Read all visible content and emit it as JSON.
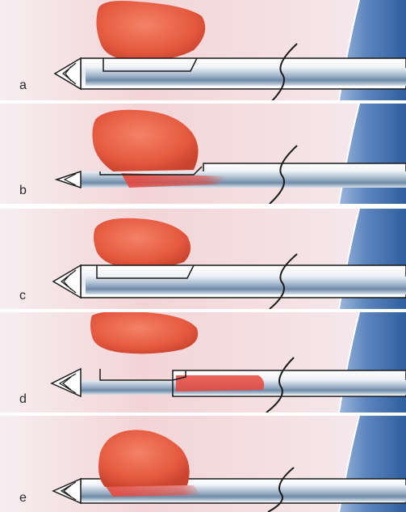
{
  "figure": {
    "panels": [
      {
        "label": "a",
        "tissue": "above-closed-window",
        "blood": false
      },
      {
        "label": "b",
        "tissue": "prolapsed-into-notch",
        "blood": true
      },
      {
        "label": "c",
        "tissue": "above-closed-window",
        "blood": false
      },
      {
        "label": "d",
        "tissue": "cut-sample-in-cannula",
        "blood": true
      },
      {
        "label": "e",
        "tissue": "prolapsed-into-notch",
        "blood": true
      }
    ]
  },
  "colors": {
    "background_pink": "#f3d6d6",
    "background_light": "#f6f1f3",
    "wall_blue": "#3d6fae",
    "tissue_red": "#e86448",
    "blood_red": "#e8463a",
    "needle_outline": "#1a1a1a",
    "needle_steel": "#aab8c8"
  }
}
